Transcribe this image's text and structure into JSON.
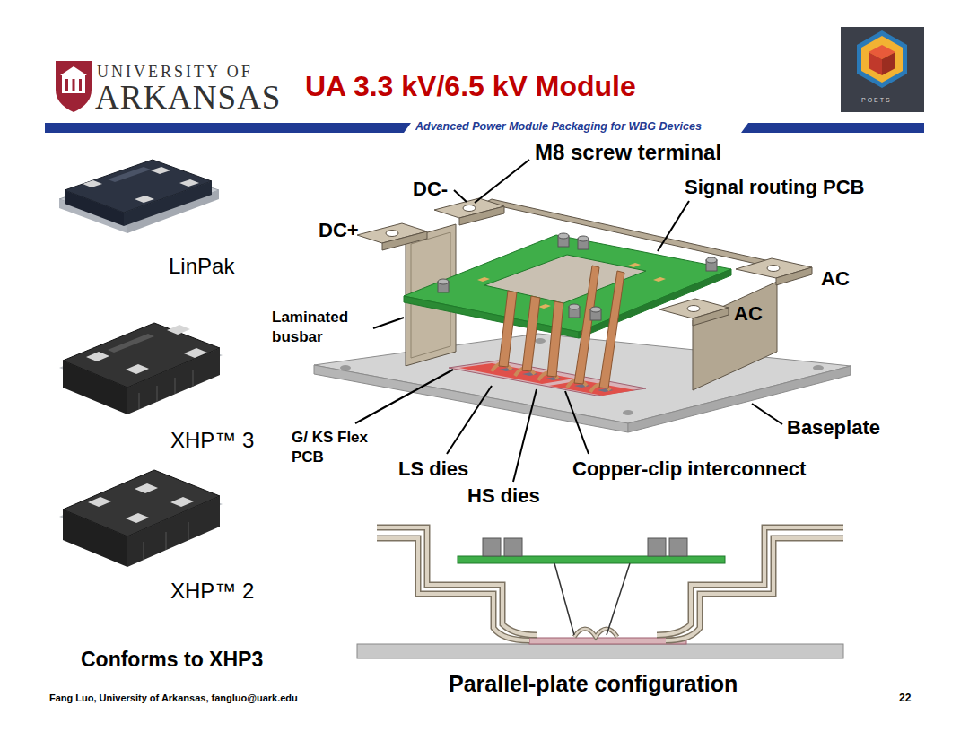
{
  "diagram": {
    "title": "UA 3.3 kV/6.5 kV Module",
    "labels": [
      "UNIVERSITY OF",
      "ARKANSAS",
      "Advanced Power Module Packaging for WBG Devices",
      "POETS",
      "M8 screw terminal",
      "DC-",
      "Signal routing PCB",
      "DC+",
      "LinPak",
      "AC",
      "AC",
      "Laminated busbar",
      "XHP™ 3",
      "G/ KS Flex PCB",
      "Baseplate",
      "LS dies",
      "Copper-clip interconnect",
      "HS dies",
      "XHP™ 2",
      "Parallel-plate configuration",
      "Conforms to XHP3",
      "Fang Luo, University of Arkansas, fangluo@uark.edu",
      "22"
    ]
  }
}
